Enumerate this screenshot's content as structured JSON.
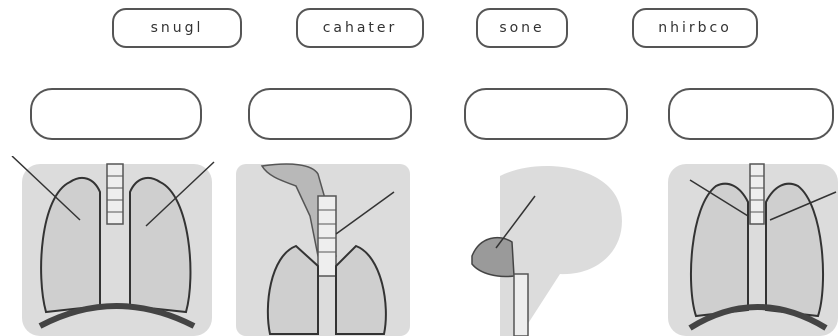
{
  "words": [
    "snugl",
    "cahater",
    "sone",
    "nhirbco"
  ],
  "answers": [
    "",
    "",
    "",
    ""
  ],
  "illustrations": [
    "lungs-icon",
    "trachea-icon",
    "nose-icon",
    "bronchi-icon"
  ]
}
